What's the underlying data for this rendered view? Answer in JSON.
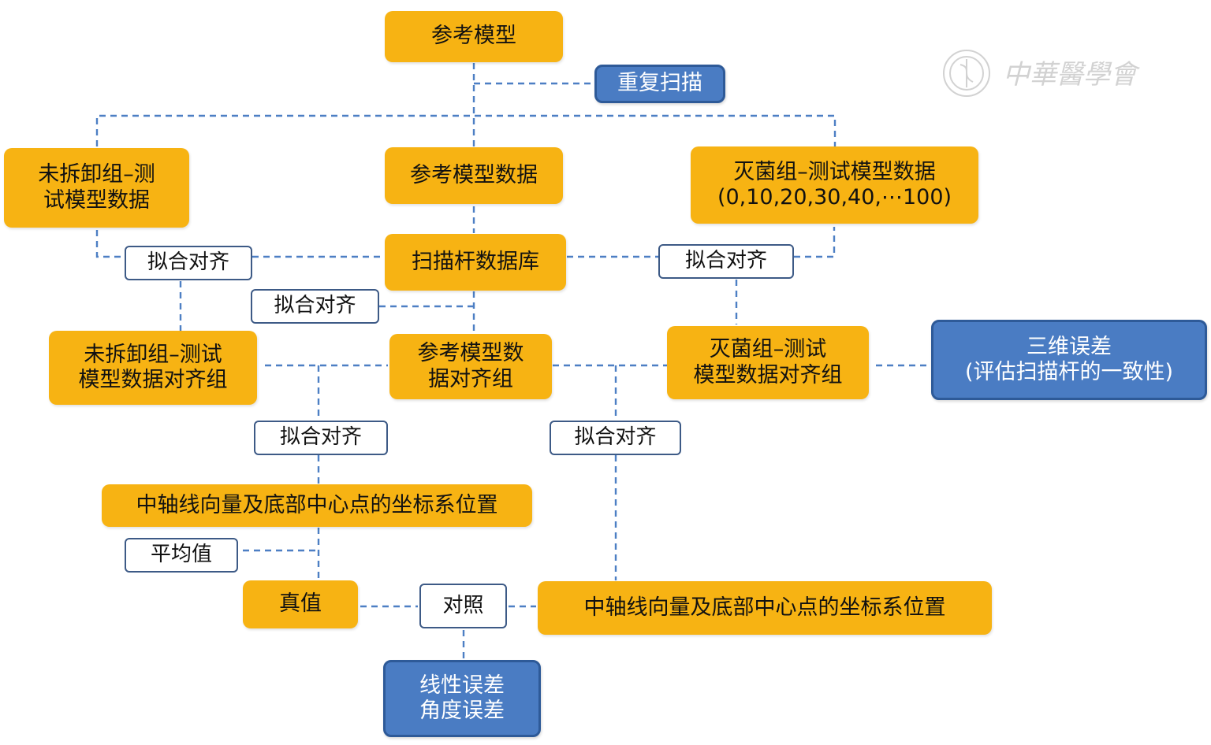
{
  "colors": {
    "process": "#f7b313",
    "result": "#4a7cc3",
    "result_border": "#2e5a98",
    "operation_border": "#3d5a86",
    "connector": "#4d7fc4"
  },
  "watermark": {
    "text": "中華醫學會",
    "icon": "seal-logo"
  },
  "nodes": {
    "reference_model": "参考模型",
    "repeat_scan": "重复扫描",
    "untreated_test_data": [
      "未拆卸组–测",
      "试模型数据"
    ],
    "reference_model_data": "参考模型数据",
    "sterilized_test_data": [
      "灭菌组–测试模型数据",
      "(0,10,20,30,40,⋯100)"
    ],
    "fit_align_left": "拟合对齐",
    "scan_body_library": "扫描杆数据库",
    "fit_align_right": "拟合对齐",
    "fit_align_center": "拟合对齐",
    "untreated_aligned_group": [
      "未拆卸组–测试",
      "模型数据对齐组"
    ],
    "reference_aligned_group": [
      "参考模型数",
      "据对齐组"
    ],
    "sterilized_aligned_group": [
      "灭菌组–测试",
      "模型数据对齐组"
    ],
    "three_d_error": [
      "三维误差",
      "(评估扫描杆的一致性)"
    ],
    "fit_align_lower_left": "拟合对齐",
    "fit_align_lower_right": "拟合对齐",
    "axis_position_left": "中轴线向量及底部中心点的坐标系位置",
    "average": "平均值",
    "true_value": "真值",
    "compare": "对照",
    "axis_position_right": "中轴线向量及底部中心点的坐标系位置",
    "linear_angular_error": [
      "线性误差",
      "角度误差"
    ]
  }
}
